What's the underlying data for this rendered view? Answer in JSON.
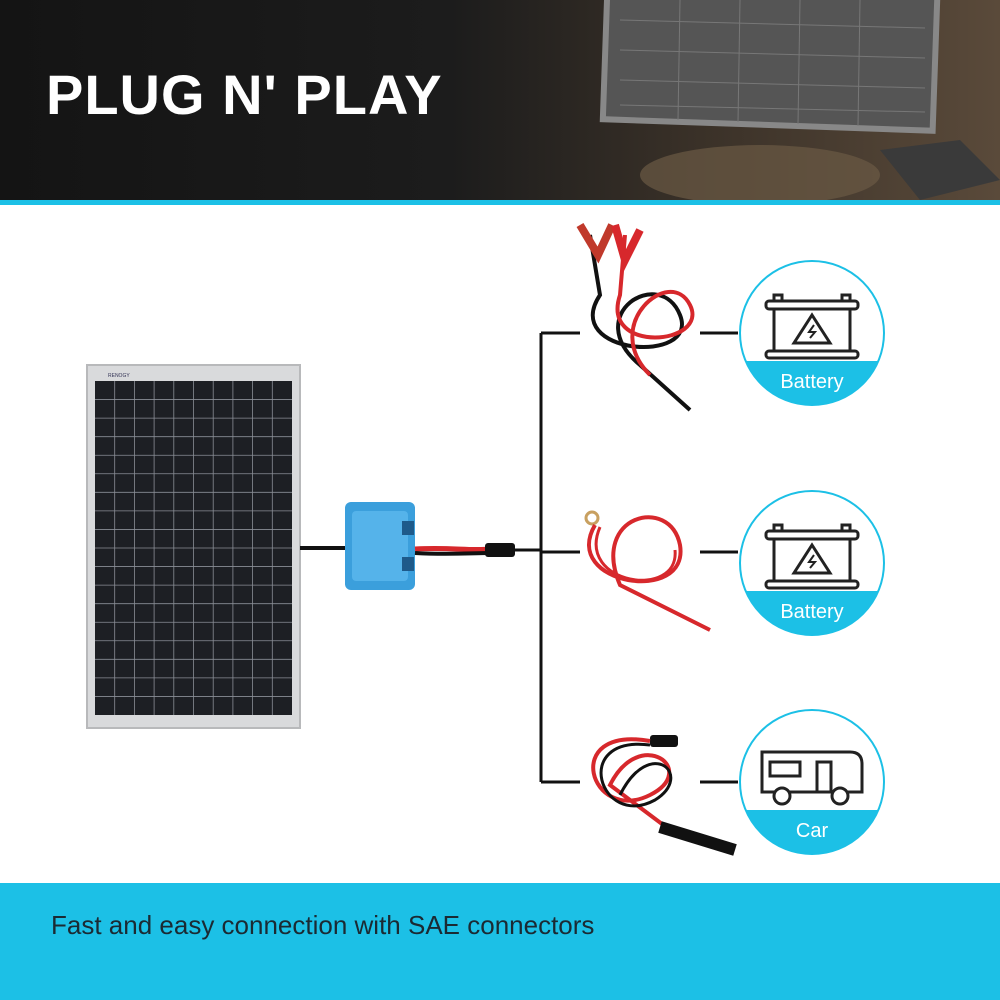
{
  "header": {
    "title": "PLUG N' PLAY"
  },
  "panel": {
    "brand": "RENOGY"
  },
  "outputs": [
    {
      "label": "Battery",
      "icon": "battery-icon",
      "cable": "alligator-clip-cable"
    },
    {
      "label": "Battery",
      "icon": "battery-icon",
      "cable": "ring-terminal-cable"
    },
    {
      "label": "Car",
      "icon": "rv-icon",
      "cable": "cigarette-lighter-cable"
    }
  ],
  "footer": {
    "caption": "Fast and easy connection with SAE connectors"
  },
  "colors": {
    "accent": "#1cc0e6",
    "dark": "#141414",
    "cable_red": "#d7282c"
  }
}
